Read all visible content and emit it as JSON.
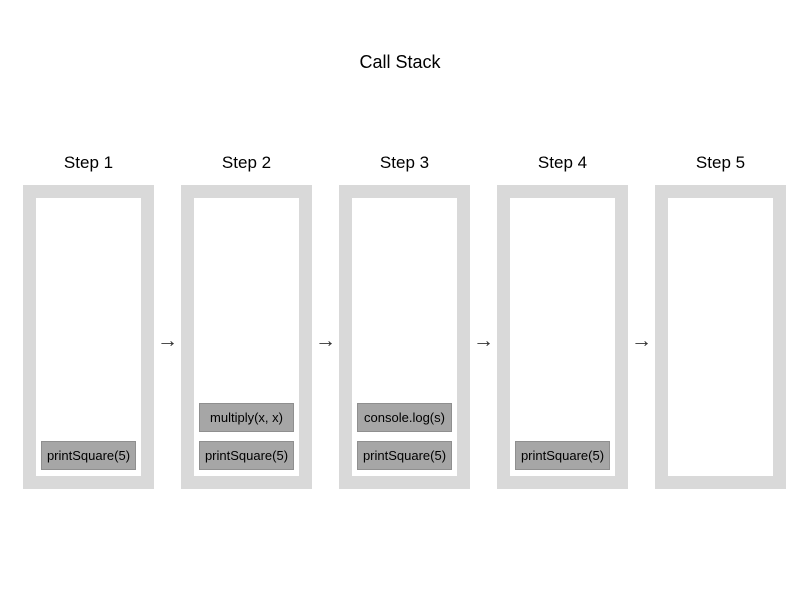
{
  "title": "Call Stack",
  "arrow_glyph": "→",
  "steps": [
    {
      "label": "Step 1",
      "frames": [
        "printSquare(5)"
      ]
    },
    {
      "label": "Step 2",
      "frames": [
        "multiply(x, x)",
        "printSquare(5)"
      ]
    },
    {
      "label": "Step 3",
      "frames": [
        "console.log(s)",
        "printSquare(5)"
      ]
    },
    {
      "label": "Step 4",
      "frames": [
        "printSquare(5)"
      ]
    },
    {
      "label": "Step 5",
      "frames": []
    }
  ],
  "colors": {
    "container_gray": "#d9d9d9",
    "frame_fill": "#a6a6a6",
    "frame_border": "#8f8f8f",
    "text": "#000000",
    "arrow": "#333333",
    "background": "#ffffff"
  }
}
